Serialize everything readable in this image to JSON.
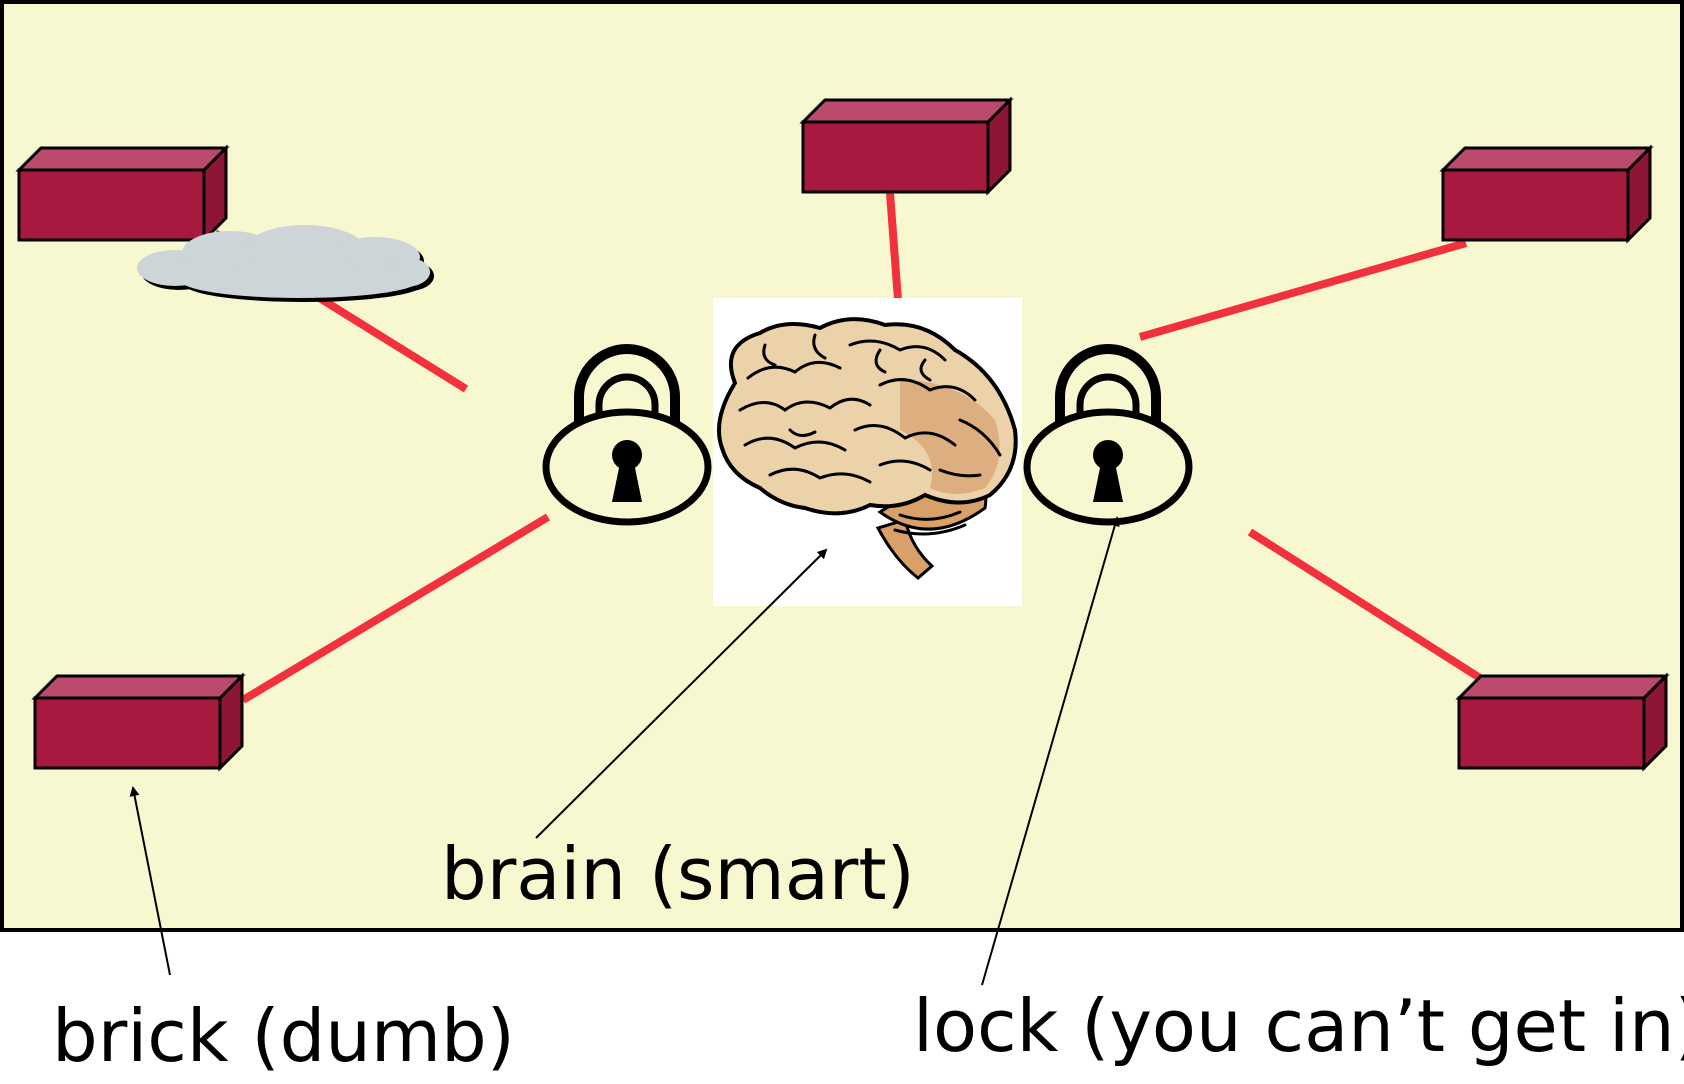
{
  "colors": {
    "background": "#f8f8d0",
    "border": "#000000",
    "brick_front": "#a8193f",
    "brick_top": "#bc4a6c",
    "brick_side": "#8e1535",
    "connector": "#f2313d",
    "cloud": "#cdd5d8",
    "brain_panel": "#ffffff",
    "lock": "#000000"
  },
  "icons": {
    "brick": "brick-icon",
    "lock": "padlock-icon",
    "brain": "brain-icon",
    "cloud": "cloud-icon"
  },
  "labels": {
    "brain": "brain (smart)",
    "brick": "brick (dumb)",
    "lock": "lock (you can’t get in)"
  }
}
